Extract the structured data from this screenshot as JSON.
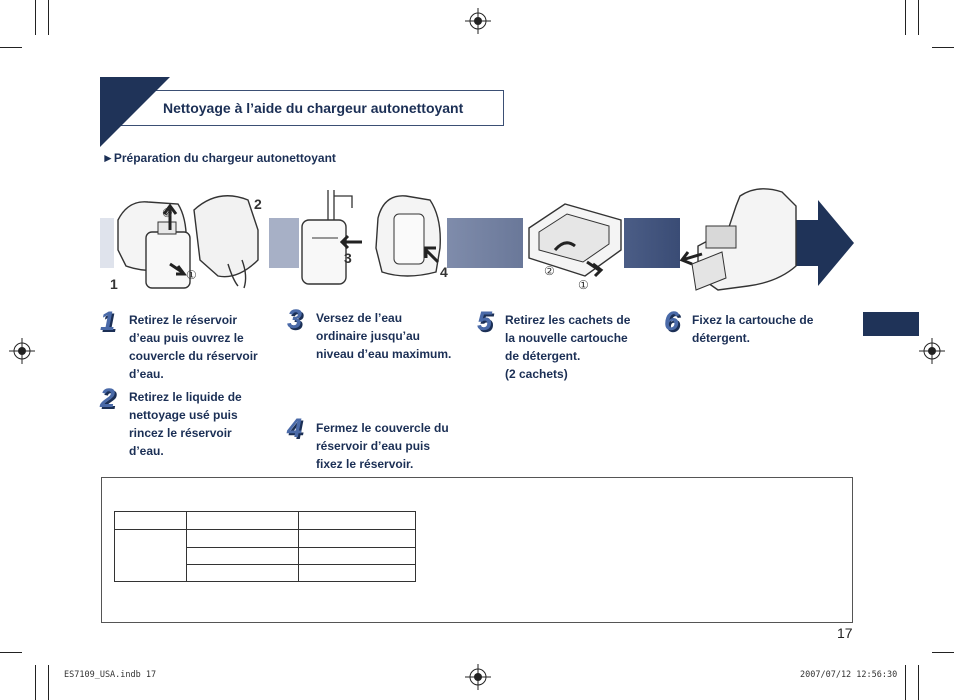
{
  "header": {
    "title": "Nettoyage à l’aide du chargeur autonettoyant"
  },
  "section": {
    "subtitle": "►Préparation du chargeur autonettoyant"
  },
  "figure_labels": {
    "n1": "1",
    "n2": "2",
    "n3": "3",
    "n4": "4",
    "c1a": "②",
    "c1b": "①",
    "c5a": "②",
    "c5b": "①"
  },
  "steps": [
    {
      "num": "1",
      "text_lines": [
        "Retirez le réservoir",
        "d’eau puis ouvrez le",
        "couvercle du réservoir",
        "d’eau."
      ]
    },
    {
      "num": "2",
      "text_lines": [
        "Retirez le liquide de",
        "nettoyage usé puis",
        "rincez le réservoir",
        "d’eau."
      ]
    },
    {
      "num": "3",
      "text_lines": [
        "Versez de l’eau",
        "ordinaire jusqu’au",
        "niveau d’eau maximum."
      ]
    },
    {
      "num": "4",
      "text_lines": [
        "Fermez le couvercle du",
        "réservoir d’eau puis",
        "fixez le réservoir."
      ]
    },
    {
      "num": "5",
      "text_lines": [
        "Retirez les cachets de",
        "la nouvelle cartouche",
        "de détergent.",
        "(2 cachets)"
      ]
    },
    {
      "num": "6",
      "text_lines": [
        "Fixez la cartouche de",
        "détergent."
      ]
    }
  ],
  "page": {
    "number": "17"
  },
  "footer": {
    "file": "ES7109_USA.indb   17",
    "stamp": "2007/07/12   12:56:30"
  },
  "colors": {
    "navy": "#1f3358",
    "text": "#1b2f55",
    "band_light": "#d9dde8",
    "band_dark": "#2b3f66"
  }
}
